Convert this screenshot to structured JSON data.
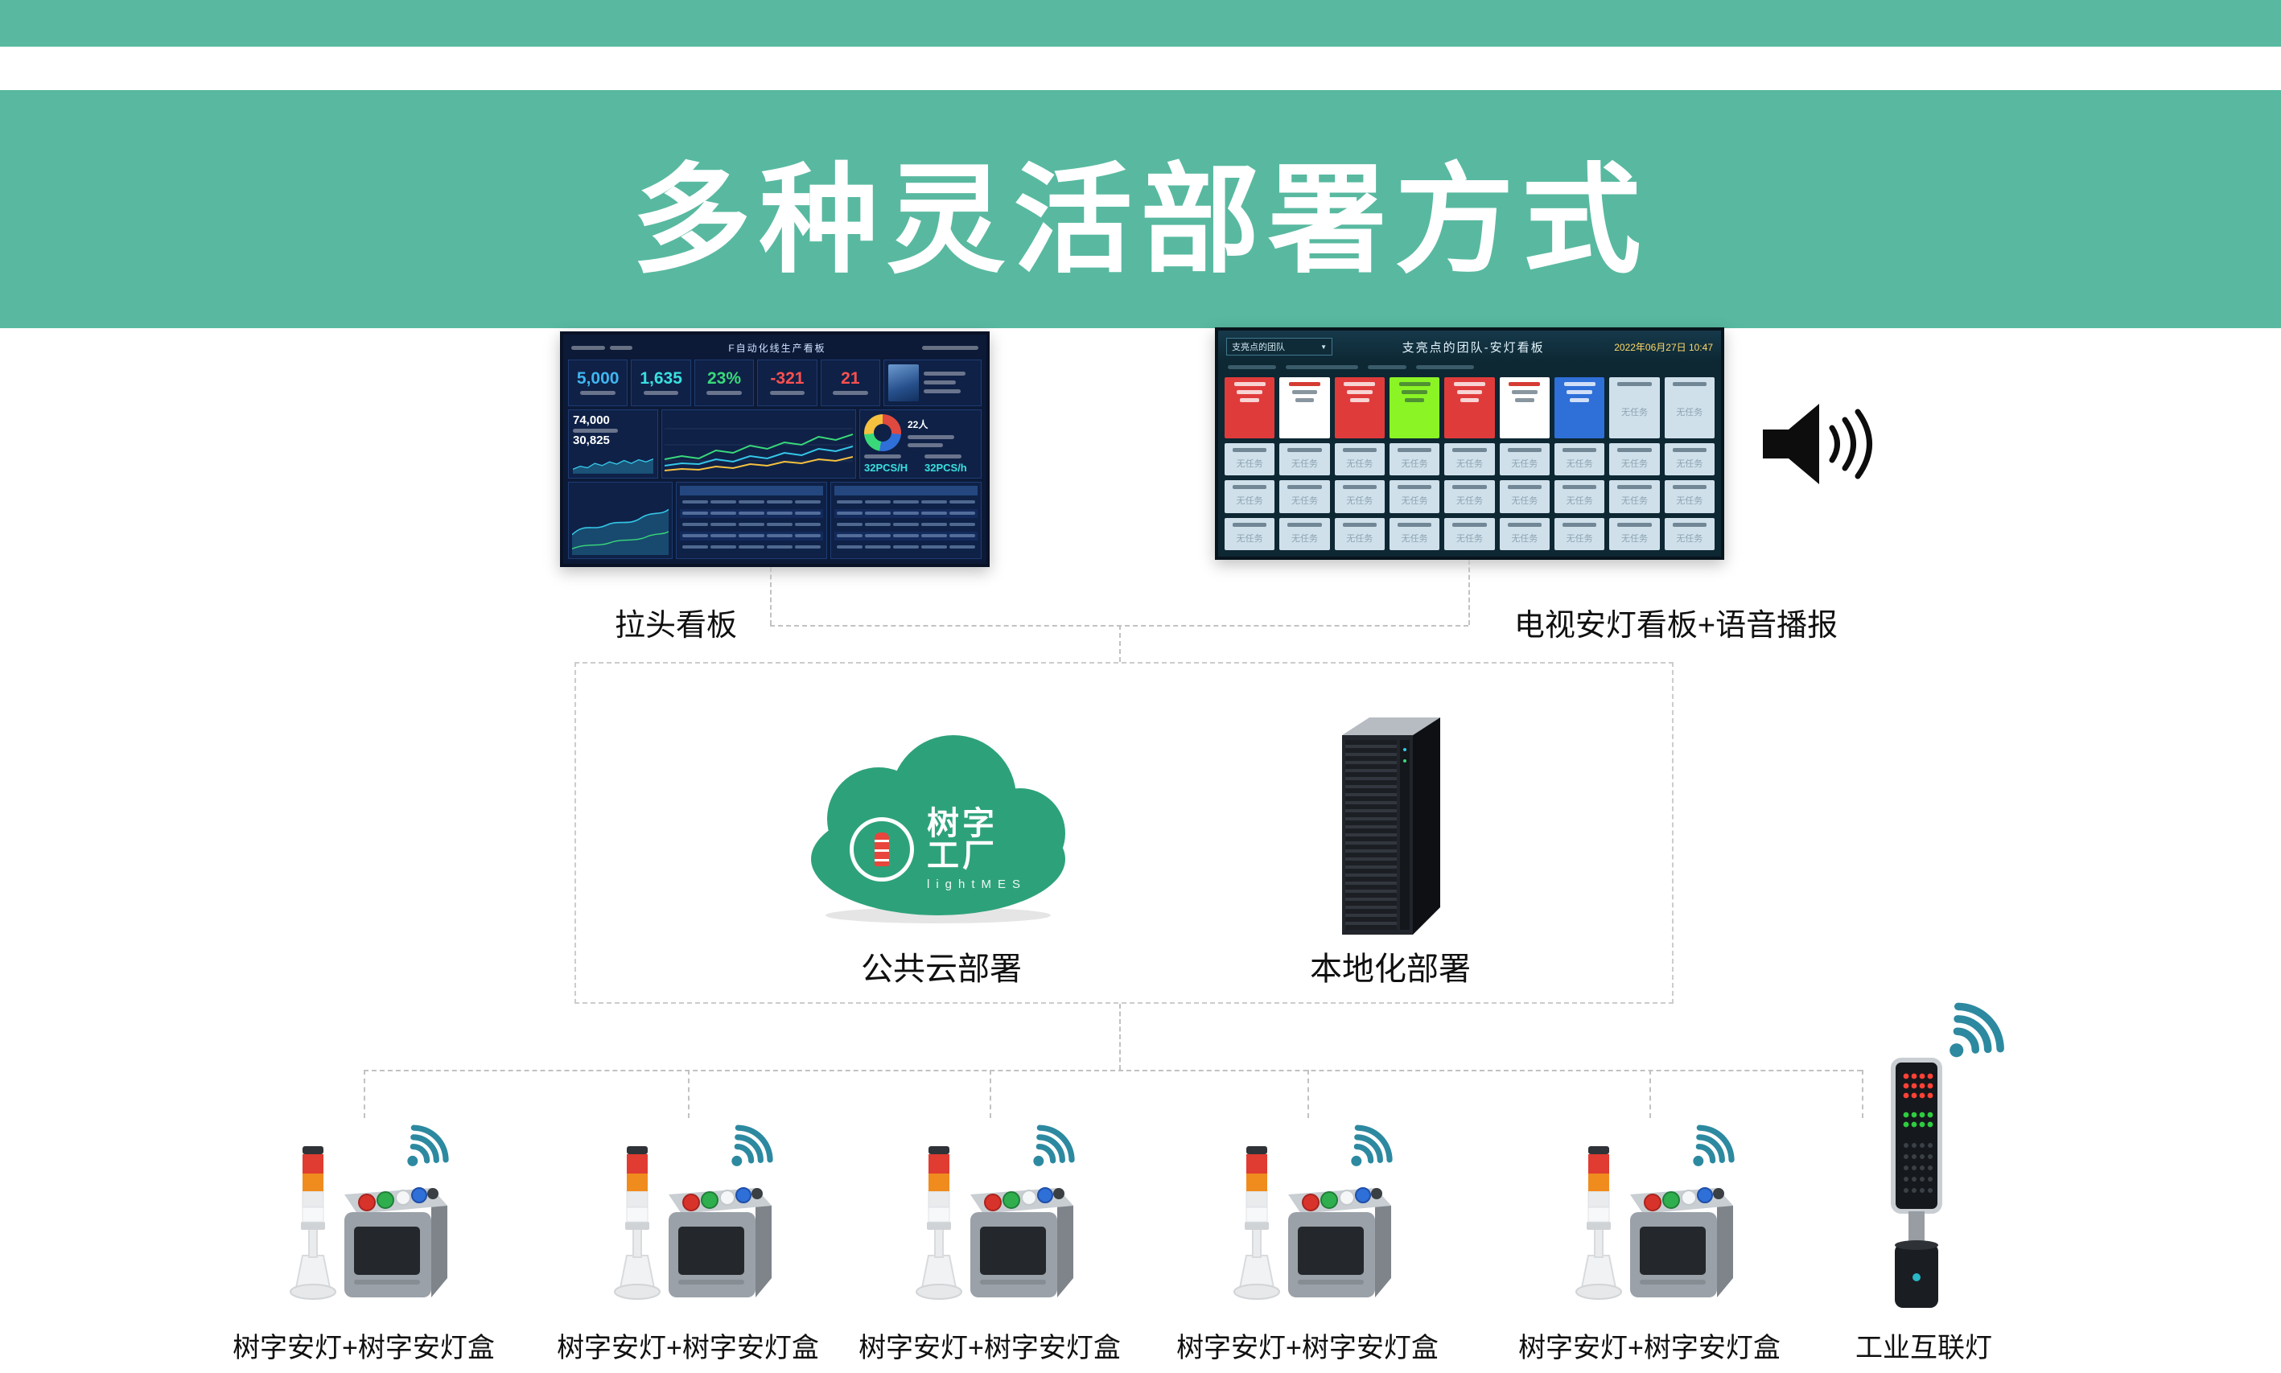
{
  "banner": {
    "title": "多种灵活部署方式"
  },
  "left_dashboard": {
    "label": "拉头看板",
    "header_title": "F自动化线生产看板",
    "stats": [
      {
        "value": "5,000",
        "color": "#3fb6f0"
      },
      {
        "value": "1,635",
        "color": "#39e0e0"
      },
      {
        "value": "23%",
        "color": "#39d97a"
      },
      {
        "value": "-321",
        "color": "#ff5050"
      },
      {
        "value": "21",
        "color": "#ff5050"
      }
    ],
    "totals": [
      "74,000",
      "30,825"
    ],
    "people_count": "22人",
    "rates": [
      "32PCS/H",
      "32PCS/h"
    ]
  },
  "right_dashboard": {
    "label": "电视安灯看板+语音播报",
    "team_selector": "支亮点的团队",
    "team_caret": "▼",
    "header_title": "支亮点的团队-安灯看板",
    "datetime": "2022年06月27日 10:47",
    "idle_text": "无任务",
    "tile_rows": [
      [
        "#e03b3b",
        "#ffffff",
        "#e03b3b",
        "#8bf425",
        "#e03b3b",
        "#ffffff",
        "#2f6fd8",
        "#cfe0ea",
        "#cfe0ea"
      ],
      [
        "#cfe0ea",
        "#cfe0ea",
        "#cfe0ea",
        "#cfe0ea",
        "#cfe0ea",
        "#cfe0ea",
        "#cfe0ea",
        "#cfe0ea",
        "#cfe0ea"
      ],
      [
        "#cfe0ea",
        "#cfe0ea",
        "#cfe0ea",
        "#cfe0ea",
        "#cfe0ea",
        "#cfe0ea",
        "#cfe0ea",
        "#cfe0ea",
        "#cfe0ea"
      ],
      [
        "#cfe0ea",
        "#cfe0ea",
        "#cfe0ea",
        "#cfe0ea",
        "#cfe0ea",
        "#cfe0ea",
        "#cfe0ea",
        "#cfe0ea",
        "#cfe0ea"
      ]
    ]
  },
  "cloud": {
    "logo_title": "树字工厂",
    "logo_subtitle": "lightMES",
    "label": "公共云部署",
    "color": "#2da27a"
  },
  "server": {
    "label": "本地化部署"
  },
  "devices": {
    "andon_label": "树字安灯+树字安灯盒",
    "count": 5,
    "tower_label": "工业互联灯"
  },
  "colors": {
    "banner": "#58b9a0",
    "wifi": "#2c89a0"
  }
}
